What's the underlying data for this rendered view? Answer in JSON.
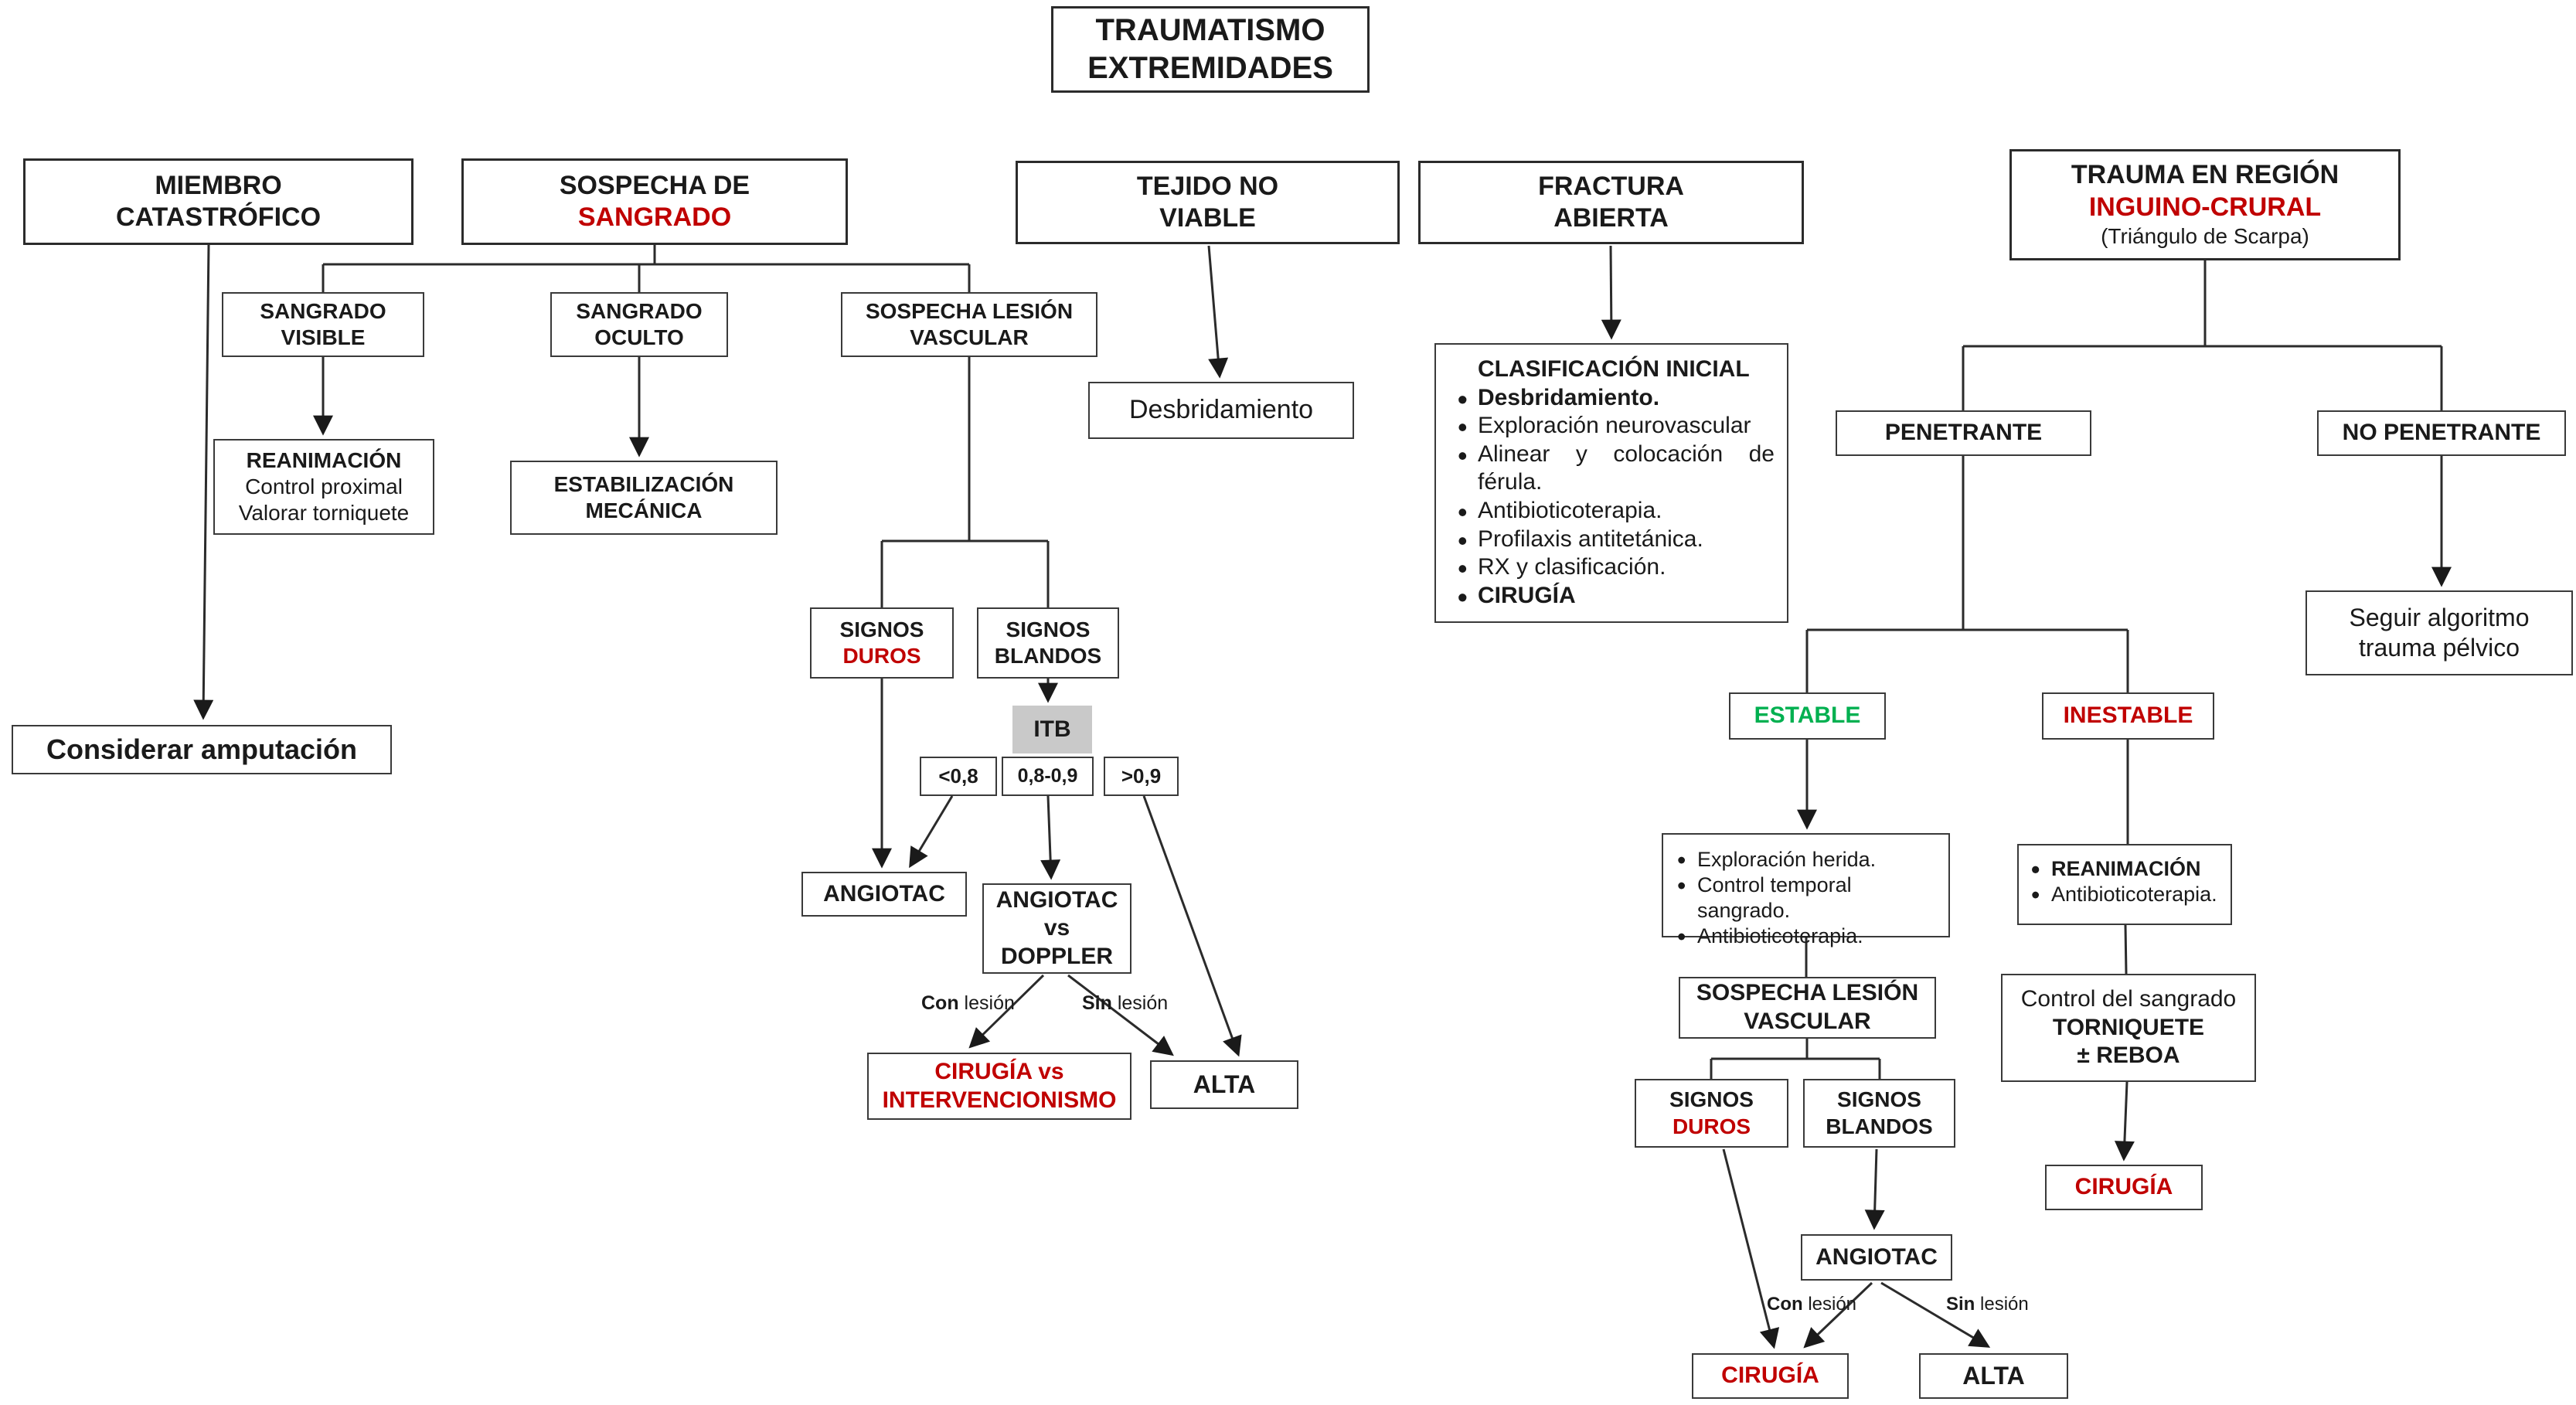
{
  "colors": {
    "accent_red": "#C00000",
    "accent_green": "#00B050",
    "line": "#2b2b2b",
    "itb_bg": "#c9c9c9"
  },
  "title": {
    "line1": "TRAUMATISMO",
    "line2": "EXTREMIDADES"
  },
  "nodes": {
    "miembro": {
      "l1": "MIEMBRO",
      "l2": "CATASTRÓFICO"
    },
    "sospecha_sangrado": {
      "l1": "SOSPECHA DE",
      "l2": "SANGRADO"
    },
    "tejido": {
      "l1": "TEJIDO NO",
      "l2": "VIABLE"
    },
    "fractura": {
      "l1": "FRACTURA",
      "l2": "ABIERTA"
    },
    "trauma_inguino": {
      "l1": "TRAUMA EN REGIÓN",
      "l2": "INGUINO-CRURAL",
      "l3": "(Triángulo de Scarpa)"
    },
    "sangrado_visible": {
      "l1": "SANGRADO",
      "l2": "VISIBLE"
    },
    "sangrado_oculto": {
      "l1": "SANGRADO",
      "l2": "OCULTO"
    },
    "sospecha_lv1": {
      "l1": "SOSPECHA LESIÓN",
      "l2": "VASCULAR"
    },
    "reanimacion1": {
      "l1": "REANIMACIÓN",
      "l2": "Control proximal",
      "l3": "Valorar torniquete"
    },
    "estabilizacion": {
      "l1": "ESTABILIZACIÓN",
      "l2": "MECÁNICA"
    },
    "desbridamiento": {
      "l1": "Desbridamiento"
    },
    "clasificacion": {
      "title": "CLASIFICACIÓN INICIAL",
      "items": [
        "Desbridamiento.",
        "Exploración neurovascular",
        "Alinear y colocación de férula.",
        "Antibioticoterapia.",
        "Profilaxis antitetánica.",
        "RX y clasificación.",
        "CIRUGÍA"
      ]
    },
    "penetrante": {
      "l1": "PENETRANTE"
    },
    "no_penetrante": {
      "l1": "NO PENETRANTE"
    },
    "seguir": {
      "l1": "Seguir algoritmo",
      "l2": "trauma pélvico"
    },
    "considerar": {
      "l1": "Considerar amputación"
    },
    "signos_duros1": {
      "l1": "SIGNOS",
      "l2": "DUROS"
    },
    "signos_blandos1": {
      "l1": "SIGNOS",
      "l2": "BLANDOS"
    },
    "itb": {
      "l1": "ITB"
    },
    "itb_lt": {
      "l1": "<0,8"
    },
    "itb_mid": {
      "l1": "0,8-0,9"
    },
    "itb_gt": {
      "l1": ">0,9"
    },
    "angiotac1": {
      "l1": "ANGIOTAC"
    },
    "angiotac_doppler": {
      "l1": "ANGIOTAC",
      "l2": "vs",
      "l3": "DOPPLER"
    },
    "con_lesion1": {
      "bold": "Con",
      "rest": " lesión"
    },
    "sin_lesion1": {
      "bold": "Sin",
      "rest": " lesión"
    },
    "cirugia_vs": {
      "l1": "CIRUGÍA vs",
      "l2": "INTERVENCIONISMO"
    },
    "alta1": {
      "l1": "ALTA"
    },
    "estable": {
      "l1": "ESTABLE"
    },
    "inestable": {
      "l1": "INESTABLE"
    },
    "exploracion": {
      "items": [
        "Exploración herida.",
        "Control temporal sangrado.",
        "Antibioticoterapia."
      ]
    },
    "sospecha_lv2": {
      "l1": "SOSPECHA LESIÓN",
      "l2": "VASCULAR"
    },
    "reanimacion2": {
      "items": [
        "REANIMACIÓN",
        "Antibioticoterapia."
      ]
    },
    "control_sangrado": {
      "l1": "Control del sangrado",
      "l2": "TORNIQUETE",
      "l3": "± REBOA"
    },
    "signos_duros2": {
      "l1": "SIGNOS",
      "l2": "DUROS"
    },
    "signos_blandos2": {
      "l1": "SIGNOS",
      "l2": "BLANDOS"
    },
    "angiotac2": {
      "l1": "ANGIOTAC"
    },
    "con_lesion2": {
      "bold": "Con",
      "rest": " lesión"
    },
    "sin_lesion2": {
      "bold": "Sin",
      "rest": " lesión"
    },
    "cirugia2": {
      "l1": "CIRUGÍA"
    },
    "cirugia3": {
      "l1": "CIRUGÍA"
    },
    "alta2": {
      "l1": "ALTA"
    }
  }
}
